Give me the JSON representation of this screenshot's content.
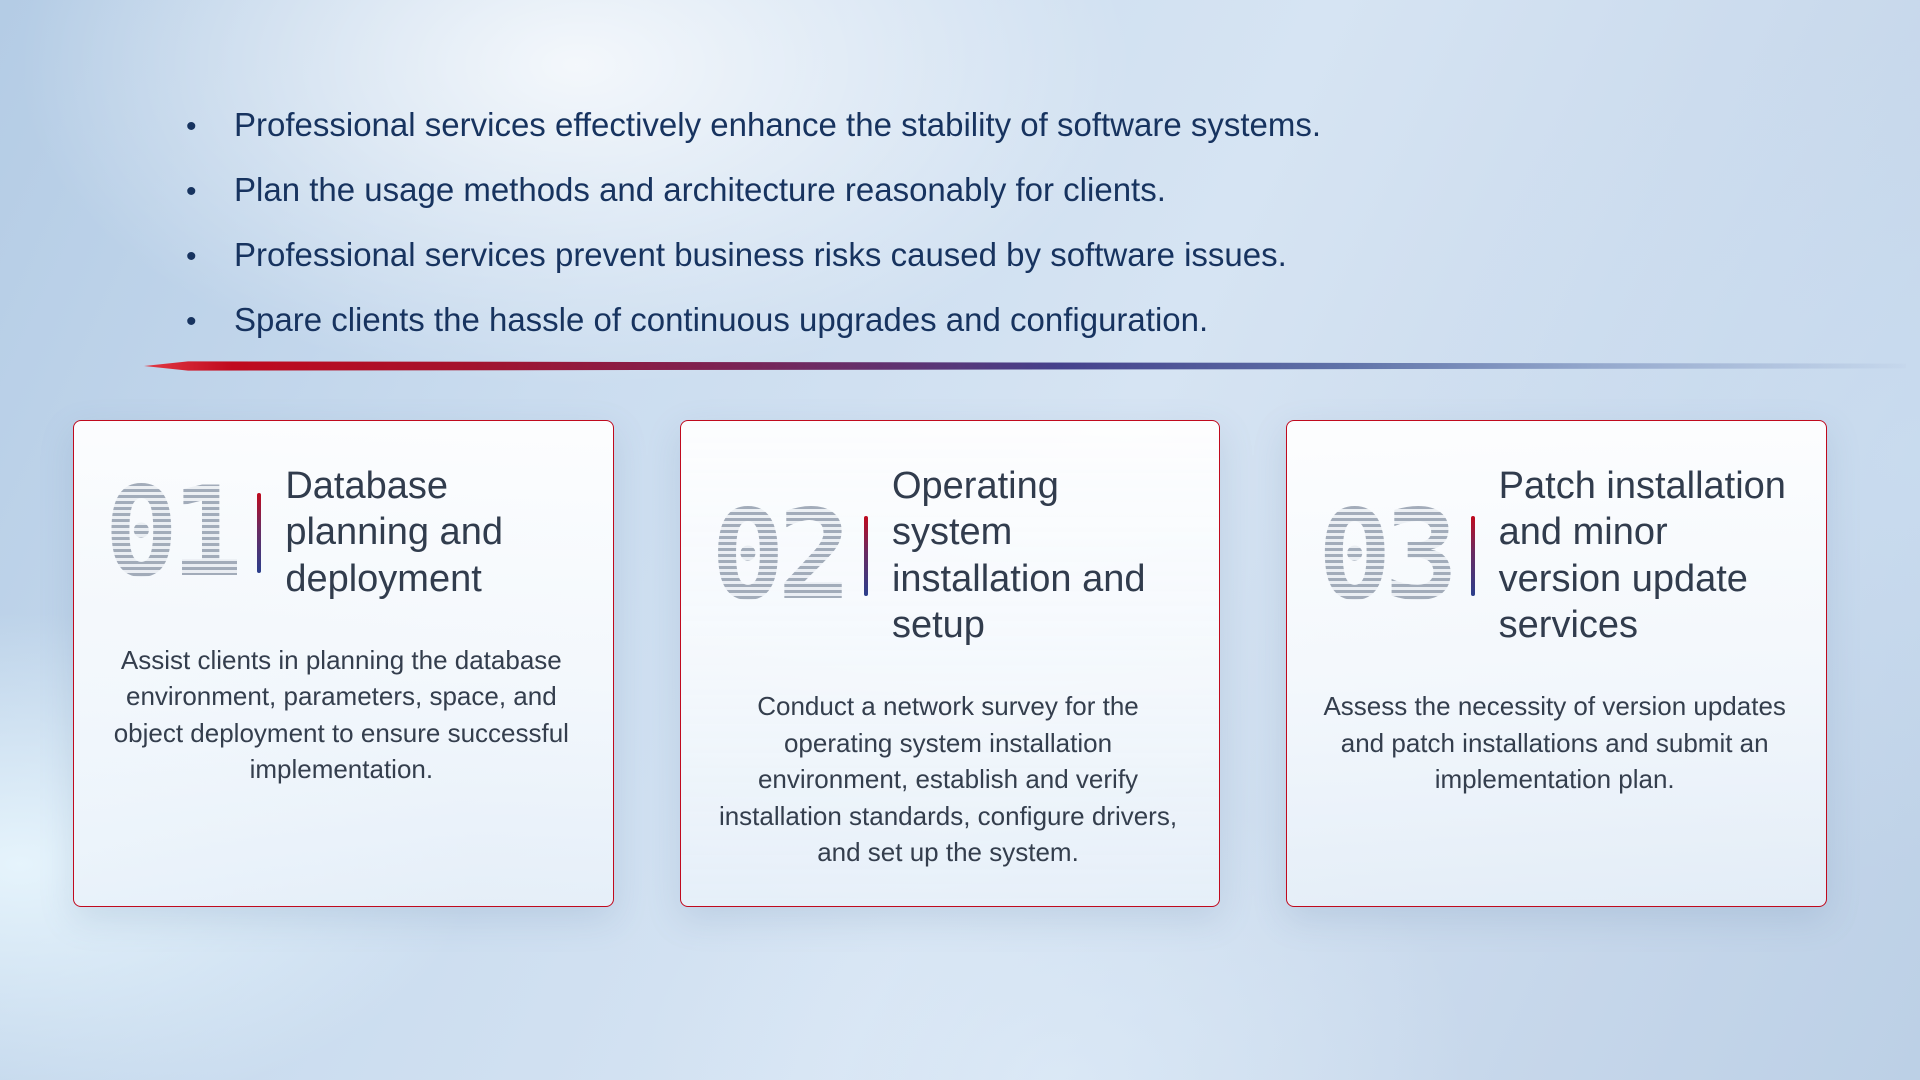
{
  "slide": {
    "bullet_marker": "•",
    "bullets": [
      "Professional services effectively enhance the stability of software systems.",
      "Plan the usage methods and architecture reasonably for clients.",
      "Professional services prevent business risks caused by software issues.",
      "Spare clients the hassle of continuous upgrades and configuration."
    ],
    "cards": [
      {
        "number": "01",
        "title": "Database planning and deployment",
        "description": "Assist clients in planning the database environment, parameters, space, and object deployment to ensure successful implementation."
      },
      {
        "number": "02",
        "title": "Operating system installation and setup",
        "description": "Conduct a network survey for the operating system installation environment, establish and verify installation standards, configure drivers, and set up the system."
      },
      {
        "number": "03",
        "title": "Patch installation and minor version update services",
        "description": "Assess the necessity of version updates and patch installations and submit an implementation plan."
      }
    ]
  },
  "colors": {
    "accent_red": "#c00a1e",
    "accent_blue": "#2b3f8c",
    "text_navy": "#17335f",
    "text_dark": "#343e4d"
  }
}
